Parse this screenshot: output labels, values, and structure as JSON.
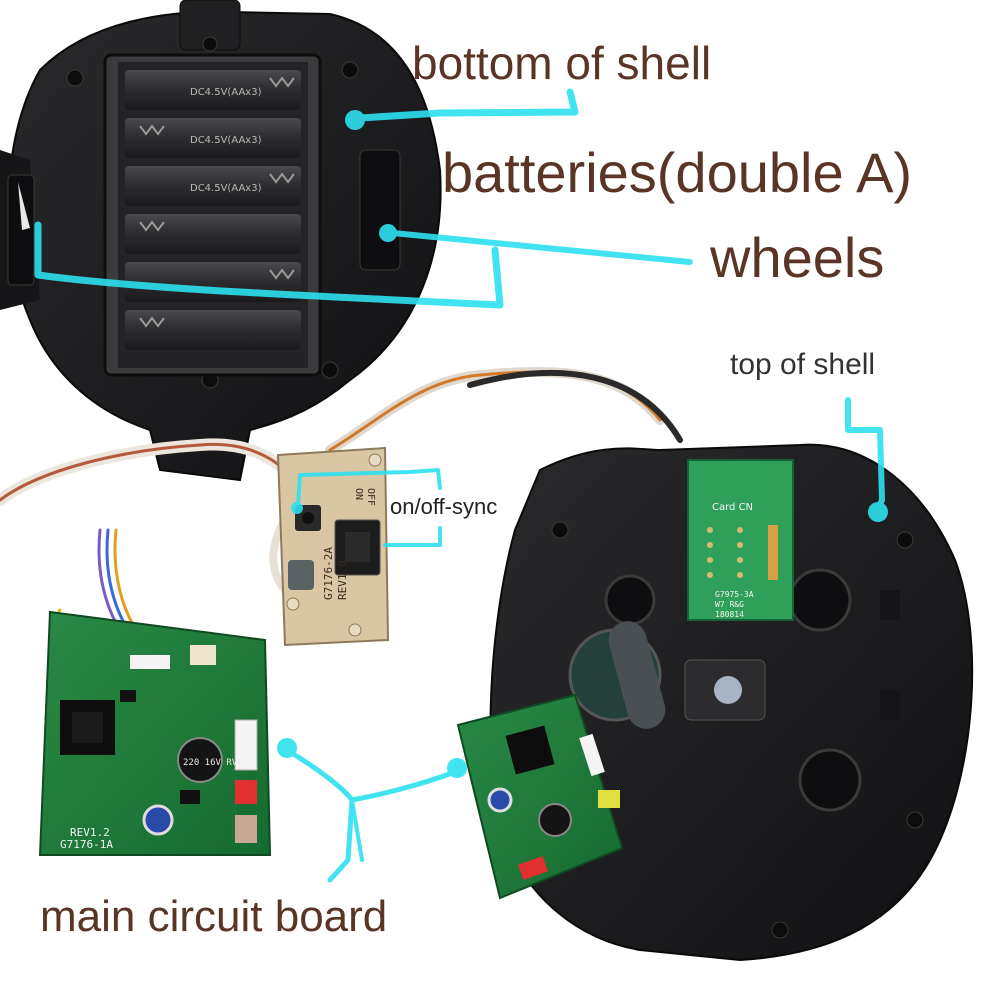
{
  "labels": {
    "bottom_of_shell": "bottom of shell",
    "batteries": "batteries(double A)",
    "wheels": "wheels",
    "top_of_shell": "top of shell",
    "on_off_sync": "on/off-sync",
    "main_circuit_board": "main circuit board"
  },
  "board_markings": {
    "switch_board_model": "G7176-2A",
    "switch_board_rev": "REV1.0",
    "switch_board_on": "ON",
    "switch_board_off": "OFF",
    "card_board_title": "Card CN",
    "card_board_model": "G7975-3A",
    "card_board_rev": "W7 R&G",
    "card_board_date": "180814",
    "main_board_model": "G7176-1A",
    "main_board_rev": "REV1.2",
    "capacitor": "220 16V RVT",
    "battery_cell_text": "DC4.5V(AAx3)"
  },
  "colors": {
    "annotation": "#2ee0f0",
    "label_text": "#5a3426",
    "shell": "#1b1b1d",
    "pcb_green": "#1f7a3a",
    "switch_board": "#d9c7a4"
  }
}
